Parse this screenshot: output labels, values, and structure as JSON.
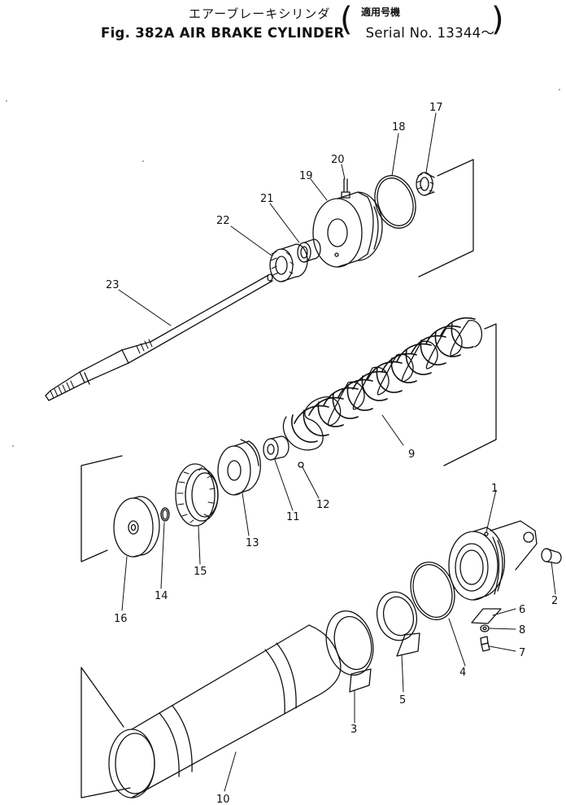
{
  "title": {
    "japanese": "エアーブレーキシリンダ",
    "serial_japanese": "適用号機",
    "figure": "Fig. 382A",
    "name": "AIR BRAKE CYLINDER",
    "serial": "Serial No. 13344～"
  },
  "parts": [
    {
      "no": "1"
    },
    {
      "no": "2"
    },
    {
      "no": "3"
    },
    {
      "no": "4"
    },
    {
      "no": "5"
    },
    {
      "no": "6"
    },
    {
      "no": "7"
    },
    {
      "no": "8"
    },
    {
      "no": "9"
    },
    {
      "no": "10"
    },
    {
      "no": "11"
    },
    {
      "no": "12"
    },
    {
      "no": "13"
    },
    {
      "no": "14"
    },
    {
      "no": "15"
    },
    {
      "no": "16"
    },
    {
      "no": "17"
    },
    {
      "no": "18"
    },
    {
      "no": "19"
    },
    {
      "no": "20"
    },
    {
      "no": "21"
    },
    {
      "no": "22"
    },
    {
      "no": "23"
    }
  ],
  "colors": {
    "ink": "#111111",
    "paper": "#ffffff"
  }
}
